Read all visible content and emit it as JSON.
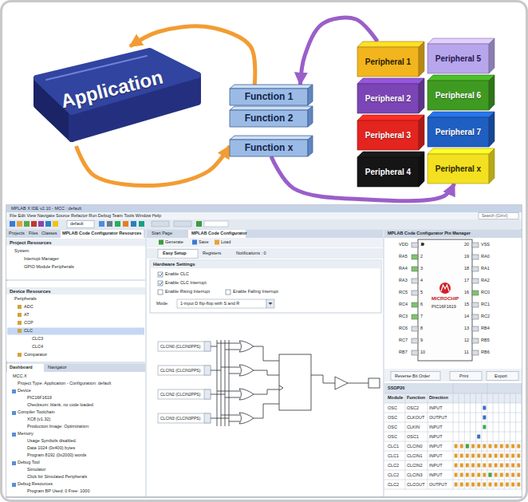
{
  "diagram": {
    "nodes": [
      {
        "text": [
          "Application"
        ]
      },
      {
        "text": [
          "Function 1"
        ]
      },
      {
        "text": [
          "Function 2"
        ]
      },
      {
        "text": [
          "Function x"
        ]
      },
      {
        "text": [
          "Peripheral 1"
        ]
      },
      {
        "text": [
          "Peripheral 5"
        ]
      },
      {
        "text": [
          "Peripheral 2"
        ]
      },
      {
        "text": [
          "Peripheral 6"
        ]
      },
      {
        "text": [
          "Peripheral 3"
        ]
      },
      {
        "text": [
          "Peripheral 7"
        ]
      },
      {
        "text": [
          "Peripheral 4"
        ]
      },
      {
        "text": [
          "Peripheral x"
        ]
      }
    ],
    "edges": [
      {
        "from": 1,
        "to": 0,
        "arrow": "to"
      },
      {
        "from": 0,
        "to": 3,
        "arrow": "to"
      },
      {
        "from": 4,
        "to": 1,
        "arrow": "to"
      },
      {
        "from": 3,
        "to": 11,
        "arrow": "to"
      }
    ],
    "labels": [
      "MPLAB X IDE v2.10 - MCC : default",
      "File Edit View Navigate Source Refactor Run Debug Team Tools Window Help",
      "default",
      "Search (Ctrl+I)",
      "Projects",
      "Files",
      "Classes",
      "MPLAB Code Configurator Resources",
      "Project Resources",
      "System",
      "Interrupt Manager",
      "GPIO Module Peripherals",
      "Device Resources",
      "Peripherals",
      "ADC",
      "AT",
      "CCP",
      "CLC",
      "CLC3",
      "CLC4",
      "Comparator",
      "Dashboard",
      "Navigator",
      "MCC.X",
      "Project Type: Application - Configuration: default",
      "Device",
      "PIC16F1619",
      "Checksum: blank, no code loaded",
      "Compiler Toolchain",
      "XC8 (v1.32)",
      "Production Image: Optimization:",
      "Memory",
      "Usage Symbols disabled.",
      "Data 1024 (0x400) bytes",
      "Program 8192 (0x2000) words",
      "Debug Tool",
      "Simulator",
      "Click for Simulated Peripherals",
      "Debug Resources",
      "Program BP Used: 0 Free: 1000",
      "Start Page",
      "MPLAB Code Configurator",
      "Generate",
      "Save",
      "Load",
      "Easy Setup",
      "Registers",
      "Notifications : 0",
      "Hardware Settings",
      "Enable CLC",
      "Enable CLC Interrupt",
      "Enable Rising Interrupt",
      "Enable Falling Interrupt",
      "Mode:",
      "1-input D flip-flop with S and R",
      "CLCIN0 (CLCIN0PPS)",
      "CLCIN1 (CLCIN1PPS)",
      "CLCIN2 (CLCIN2PPS)",
      "CLCIN3 (CLCIN3PPS)",
      "MPLAB Code Configurator Pin Manager",
      "VDD",
      "RA5",
      "RA4",
      "RA3",
      "RC5",
      "RC4",
      "RC3",
      "RC6",
      "RC7",
      "RB7",
      "1",
      "2",
      "3",
      "4",
      "5",
      "6",
      "7",
      "8",
      "9",
      "10",
      "VSS",
      "RA0",
      "RA1",
      "RA2",
      "RC0",
      "RC1",
      "RC2",
      "RB4",
      "RB5",
      "RB6",
      "20",
      "19",
      "18",
      "17",
      "16",
      "15",
      "14",
      "13",
      "12",
      "11",
      "MICROCHIP",
      "PIC16F1619",
      "Reverse Bit Order",
      "Print",
      "Export",
      "SSOP20",
      "Module",
      "Function",
      "Direction",
      "OSC",
      "OSC2",
      "INPUT",
      "OSC",
      "CLKOUT",
      "OUTPUT",
      "OSC",
      "CLKIN",
      "INPUT",
      "OSC",
      "OSC1",
      "INPUT",
      "CLC1",
      "CLCIN0",
      "INPUT",
      "CLC1",
      "CLCIN1",
      "INPUT",
      "CLC2",
      "CLCIN2",
      "INPUT",
      "CLC2",
      "CLCIN3",
      "INPUT",
      "CLC2",
      "CLCOUT",
      "OUTPUT"
    ]
  }
}
